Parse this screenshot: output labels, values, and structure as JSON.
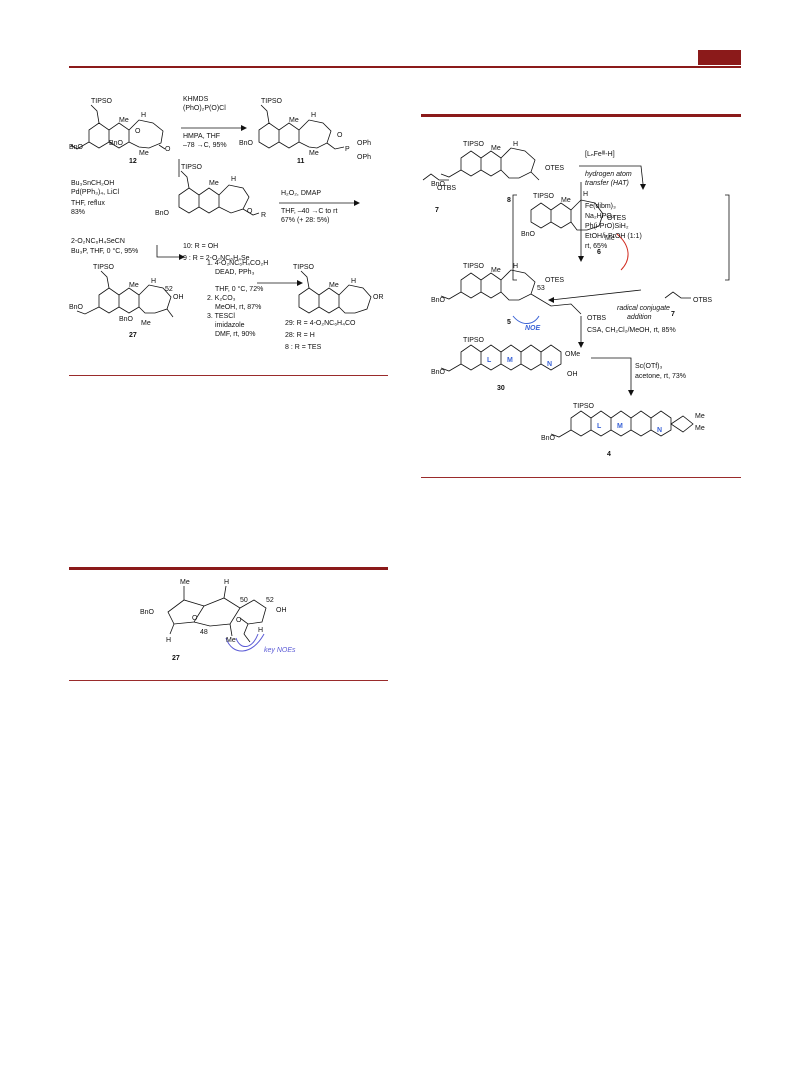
{
  "colors": {
    "rule": "#8b1a1a",
    "accent_red": "#d12b1f",
    "ring_label": "#3a63d6",
    "noe_arrow": "#5b5bd6"
  },
  "scheme_left": {
    "s12": "12",
    "s11": "11",
    "s27": "27",
    "reagents1": [
      "KHMDS",
      "(PhO)₂P(O)Cl",
      "HMPA, THF",
      "–78 →C, 95%"
    ],
    "reagents2": [
      "Bu₃SnCH₂OH",
      "Pd(PPh₃)₄, LiCl",
      "THF, reflux",
      "83%"
    ],
    "reagents3": [
      "H₂O₂, DMAP",
      "THF, –40 →C to rt",
      "67% (+ 28: 5%)"
    ],
    "reagents4": [
      "2-O₂NC₆H₄SeCN",
      "Bu₃P, THF, 0 °C, 95%"
    ],
    "r10": "10: R = OH",
    "r9": "9 : R = 2-O₂NC₆H₄Se",
    "reagents5": [
      "1. 4-O₂NC₆H₄CO₂H",
      "DEAD, PPh₃",
      "THF, 0 °C, 72%",
      "2. K₂CO₃",
      "MeOH, rt, 87%",
      "3. TESCl",
      "imidazole",
      "DMF, rt, 90%"
    ],
    "r29": "29: R = 4-O₂NC₆H₄CO",
    "r28": "28: R = H",
    "r8": "8 : R = TES",
    "tipso": "TIPSO",
    "bno": "BnO",
    "me": "Me",
    "h": "H",
    "opo": [
      "O",
      "P",
      "OPh",
      "OPh"
    ],
    "c52": "52",
    "oh": "OH",
    "or": "OR",
    "o": "O",
    "r": "R"
  },
  "scheme_right": {
    "s8": "8",
    "s7": "7",
    "s6": "6",
    "s5": "5",
    "s30": "30",
    "s4": "4",
    "fe_label": "[LₙFeᴵᴵᴵ-H]",
    "hat": [
      "hydrogen atom",
      "transfer (HAT)"
    ],
    "reagents_fe": [
      "Fe(dibm)₃",
      "Na₂HPO₄",
      "Ph(i-PrO)SiH₂",
      "EtOH/i-PrOH (1:1)",
      "rt, 65%"
    ],
    "rca": [
      "radical conjugate",
      "addition"
    ],
    "noe": "NOE",
    "c53": "53",
    "otes": "OTES",
    "otbs": "OTBS",
    "ome": "OMe",
    "oh": "OH",
    "csa": "CSA, CH₂Cl₂/MeOH, rt, 85%",
    "sc": [
      "Sc(OTf)₃",
      "acetone, rt, 73%"
    ],
    "ring_l": "L",
    "ring_m": "M",
    "ring_n": "N",
    "tipso": "TIPSO",
    "bno": "BnO",
    "me": "Me",
    "h": "H",
    "o": "O"
  },
  "figure_noe": {
    "s27": "27",
    "key_noes": "key NOEs",
    "c50": "50",
    "c48": "48",
    "c52": "52",
    "oh": "OH",
    "bno": "BnO",
    "me": "Me",
    "h": "H",
    "o": "O"
  }
}
